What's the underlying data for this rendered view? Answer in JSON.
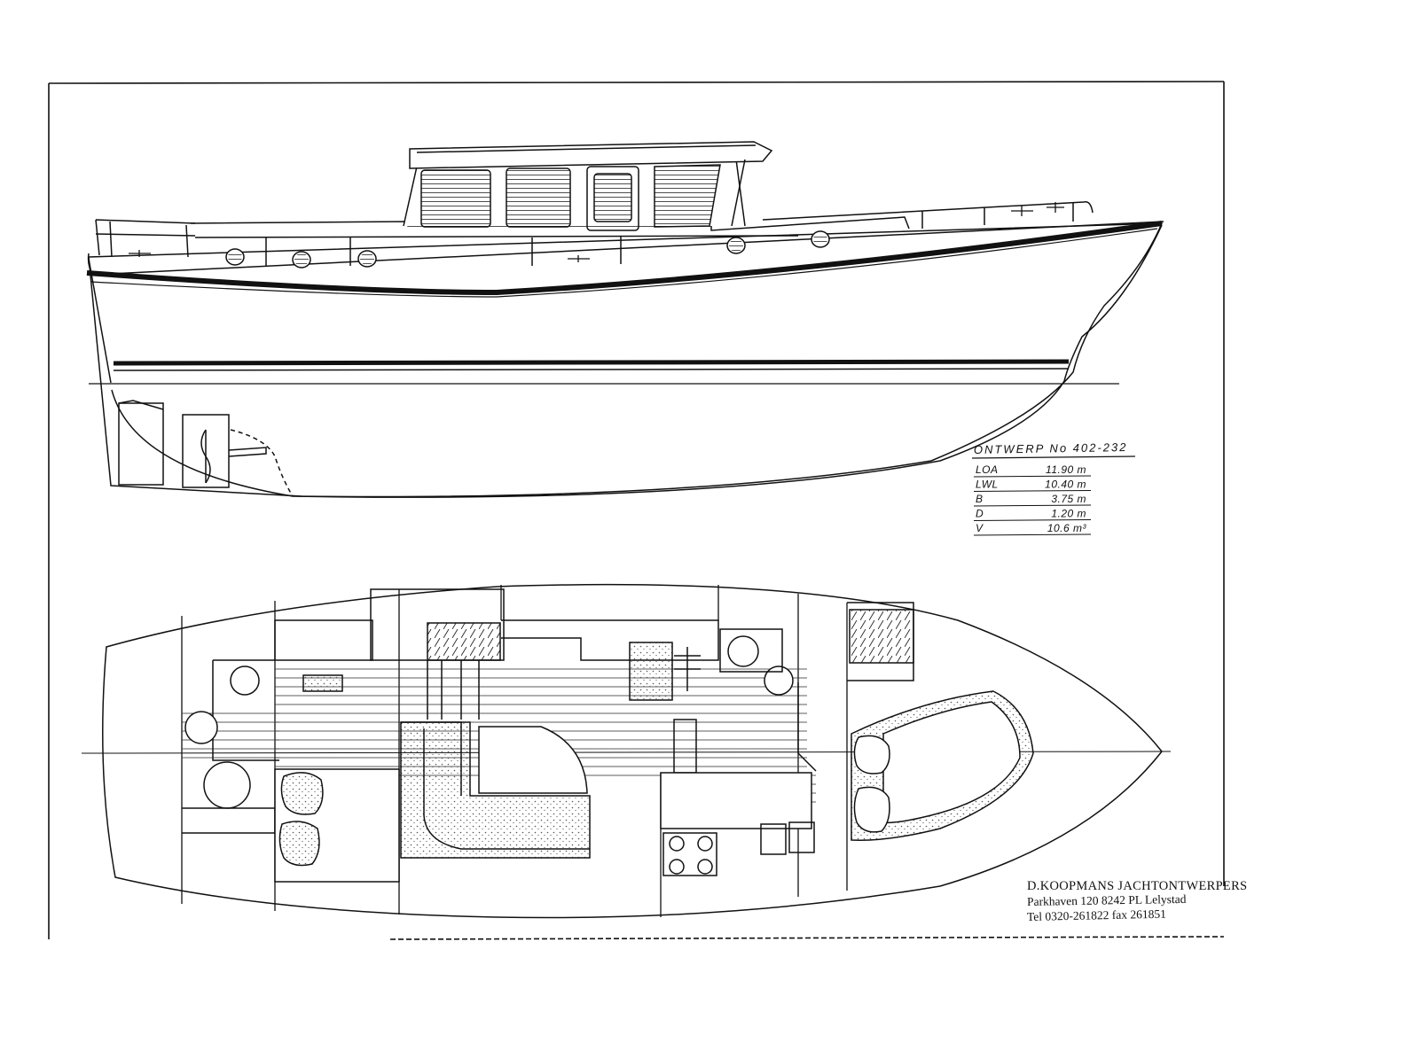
{
  "design": {
    "title": "ONTWERP No 402-232",
    "specs": [
      {
        "label": "LOA",
        "value": "11.90 m"
      },
      {
        "label": "LWL",
        "value": "10.40 m"
      },
      {
        "label": "B",
        "value": "3.75 m"
      },
      {
        "label": "D",
        "value": "1.20 m"
      },
      {
        "label": "V",
        "value": "10.6 m³"
      }
    ]
  },
  "firm": {
    "name": "D.KOOPMANS JACHTONTWERPERS",
    "address": "Parkhaven 120 8242 PL Lelystad",
    "phone": "Tel 0320-261822 fax 261851"
  },
  "colors": {
    "ink": "#111111",
    "paper": "#ffffff",
    "stipple": "#555555"
  }
}
